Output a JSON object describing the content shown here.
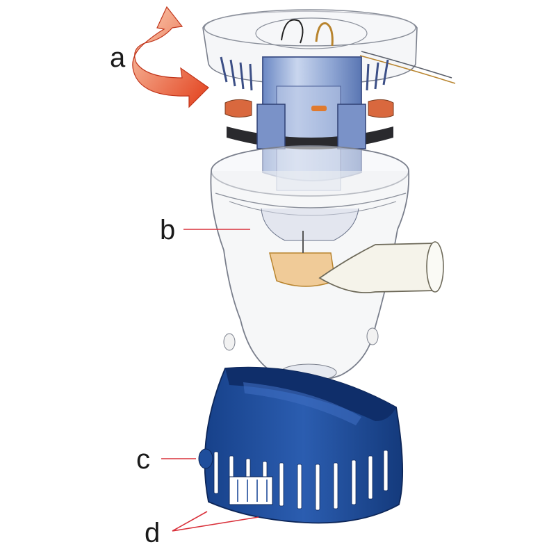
{
  "labels": {
    "a": "a",
    "b": "b",
    "c": "c",
    "d": "d"
  },
  "colors": {
    "arrow": "#e8552a",
    "housing": "#1f4e9c",
    "housing_dark": "#123675",
    "motor": "#8fa9d6",
    "amber": "#e6a94d",
    "leader": "#d9303a"
  }
}
